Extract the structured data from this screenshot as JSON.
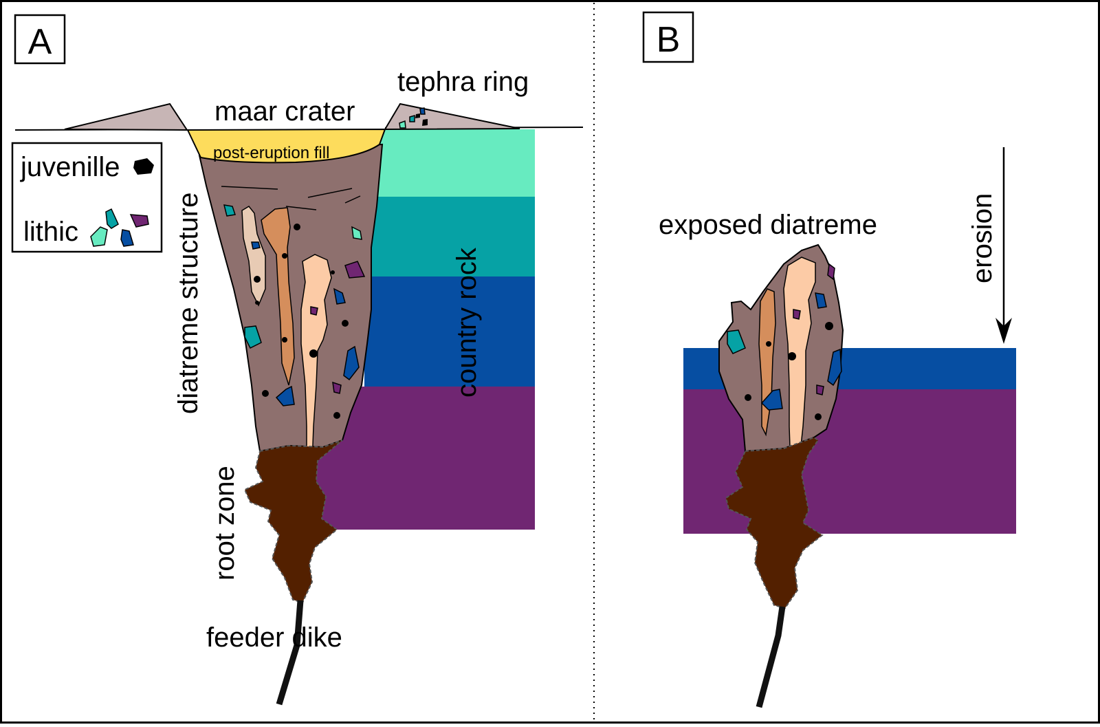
{
  "panels": {
    "a": {
      "letter": "A",
      "labels": {
        "tephra_ring": "tephra ring",
        "maar_crater": "maar crater",
        "post_eruption_fill": "post-eruption fill",
        "diatreme_structure": "diatreme structure",
        "country_rock": "country rock",
        "root_zone": "root zone",
        "feeder_dike": "feeder dike"
      },
      "legend": {
        "juvenile": "juvenille",
        "lithic": "lithic"
      }
    },
    "b": {
      "letter": "B",
      "labels": {
        "exposed_diatreme": "exposed diatreme",
        "erosion": "erosion"
      }
    }
  },
  "colors": {
    "tephra": "#c7b5b5",
    "fill": "#fddc5c",
    "diatreme": "#8e706e",
    "root_zone": "#532000",
    "layer_1": "#67ebc0",
    "layer_2": "#06a2a5",
    "layer_3": "#064ea2",
    "layer_4": "#702672",
    "clast_dark_orange": "#d58e5c",
    "clast_light": "#e8cbb4",
    "clast_peach": "#fccba6"
  }
}
